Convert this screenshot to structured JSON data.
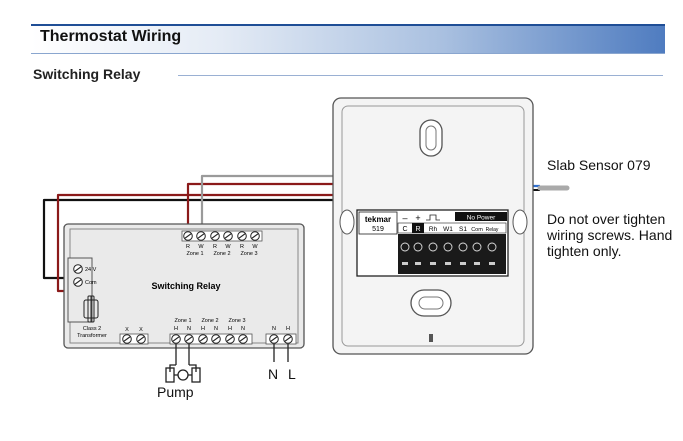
{
  "header": {
    "title": "Thermostat Wiring"
  },
  "section": {
    "title": "Switching Relay"
  },
  "relay": {
    "title": "Switching Relay",
    "top_terminals": [
      "R",
      "W",
      "R",
      "W",
      "R",
      "W"
    ],
    "zone_labels": [
      "Zone 1",
      "Zone 2",
      "Zone 3"
    ],
    "transformer_terms": [
      "24 V",
      "Com"
    ],
    "transformer_label": [
      "Class 2",
      "Transformer"
    ],
    "bottom_x_labels": [
      "X",
      "X"
    ],
    "bottom_zone_labels": [
      "Zone 1",
      "Zone 2",
      "Zone 3"
    ],
    "bottom_hn_labels": [
      "H",
      "N",
      "H",
      "N",
      "H",
      "N"
    ],
    "power_labels": [
      "N",
      "H"
    ]
  },
  "thermostat": {
    "brand": "tekmar",
    "model": "519",
    "symbols": [
      "–",
      "+"
    ],
    "terminals": [
      "C",
      "R",
      "Rh",
      "W1",
      "S1",
      "Com"
    ],
    "no_power_label": "No Power",
    "relay_label": "Relay"
  },
  "labels": {
    "sensor": "Slab Sensor 079",
    "note": "Do not over tighten wiring screws. Hand tighten only.",
    "pump": "Pump",
    "nl": "N L"
  },
  "colors": {
    "header_accent": "#4f7cc0",
    "red_wire": "#8b1a1a",
    "blue_wire": "#2f6fd0"
  }
}
